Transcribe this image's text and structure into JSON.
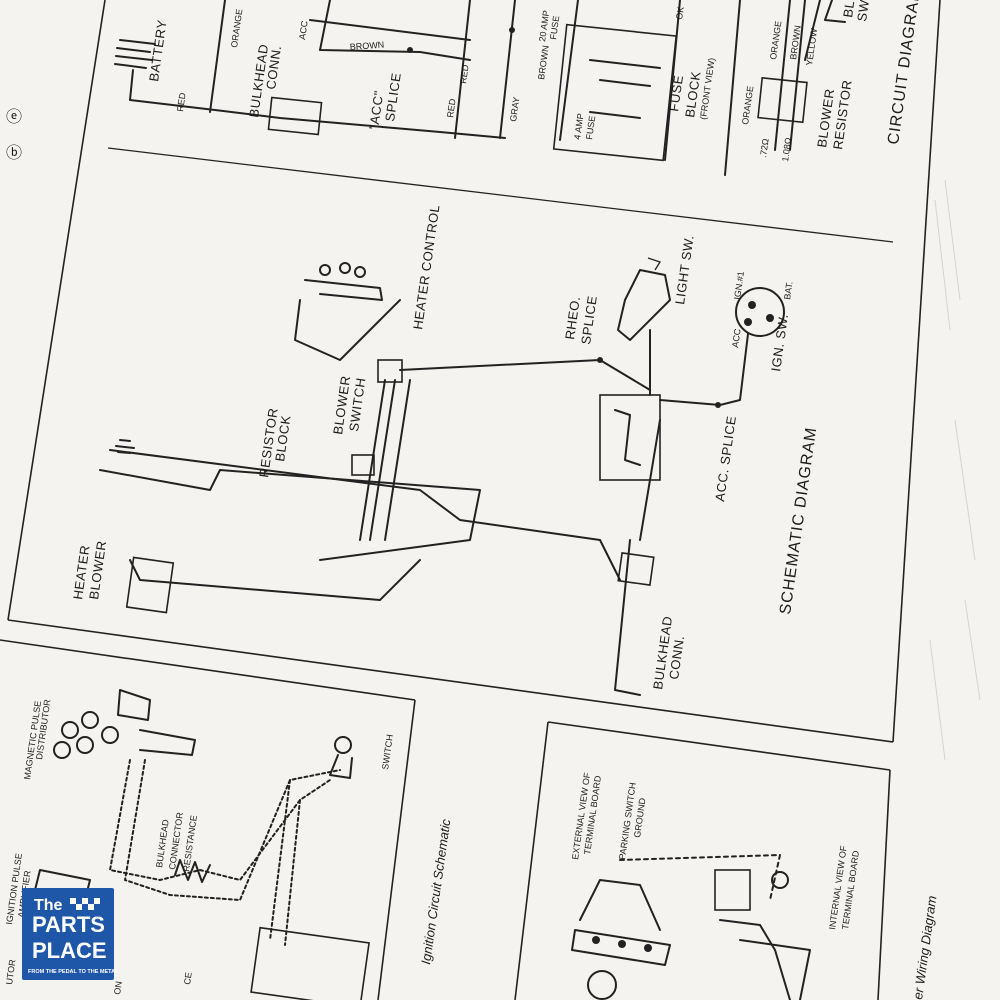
{
  "circuit": {
    "title": "CIRCUIT DIAGRAM",
    "labels": {
      "battery": "BATTERY",
      "bulkhead": "BULKHEAD",
      "conn": "CONN.",
      "acc_splice_1": "\"ACC\"",
      "acc_splice_2": "SPLICE",
      "fuse": "FUSE",
      "block": "BLOCK",
      "front_view": "(FRONT VIEW)",
      "amp4": "4 AMP",
      "amp4_fuse": "FUSE",
      "amp20": "20 AMP",
      "amp20_fuse": "FUSE",
      "blower": "BLOWER",
      "resistor": "RESISTOR",
      "acc": "ACC",
      "ok": "OK",
      "bl": "BL",
      "sw": "SW"
    },
    "wires": {
      "orange": "ORANGE",
      "red1": "RED",
      "red2": "RED",
      "red3": "RED",
      "brown": "BROWN",
      "brown2": "BROWN",
      "gray": "GRAY",
      "orange2": "ORANGE",
      "brown3": "BROWN",
      "yellow": "YELLOW",
      "orange3": "ORANGE",
      "r72": ".72Ω",
      "r108": "1.08Ω"
    }
  },
  "schematic": {
    "title": "SCHEMATIC DIAGRAM",
    "labels": {
      "heater_control": "HEATER CONTROL",
      "light_sw": "LIGHT SW.",
      "rheo": "RHEO.",
      "rheo_splice": "SPLICE",
      "ign1": "IGN.#1",
      "bat": "BAT.",
      "acc": "ACC",
      "ign_sw": "IGN. SW.",
      "acc_splice": "ACC. SPLICE",
      "blower": "BLOWER",
      "blower_switch": "SWITCH",
      "resistor": "RESISTOR",
      "resistor_block": "BLOCK",
      "heater": "HEATER",
      "heater_blower": "BLOWER",
      "bulkhead": "BULKHEAD",
      "bulkhead_conn": "CONN."
    }
  },
  "ignition": {
    "caption": "Ignition Circuit Schematic",
    "labels": {
      "magnetic": "MAGNETIC PULSE",
      "distributor": "DISTRIBUTOR",
      "bulkhead": "BULKHEAD",
      "connector": "CONNECTOR",
      "resistance": "RESISTANCE",
      "switch": "SWITCH",
      "ignition_pulse": "IGNITION PULSE",
      "amplifier": "AMPLIFIER",
      "utor": "UTOR",
      "ce": "CE",
      "on": "ON"
    }
  },
  "wiper": {
    "caption": "er Wiring Diagram",
    "labels": {
      "external": "EXTERNAL VIEW OF",
      "terminal_board": "TERMINAL BOARD",
      "parking": "PARKING SWITCH",
      "ground": "GROUND",
      "internal": "INTERNAL VIEW OF",
      "internal_board": "TERMINAL BOARD"
    }
  },
  "logo": {
    "line1": "The",
    "line2": "PARTS",
    "line3": "PLACE",
    "tagline": "FROM THE PEDAL TO THE METAL",
    "colors": {
      "bg": "#1f57a8",
      "text": "#ffffff"
    }
  }
}
